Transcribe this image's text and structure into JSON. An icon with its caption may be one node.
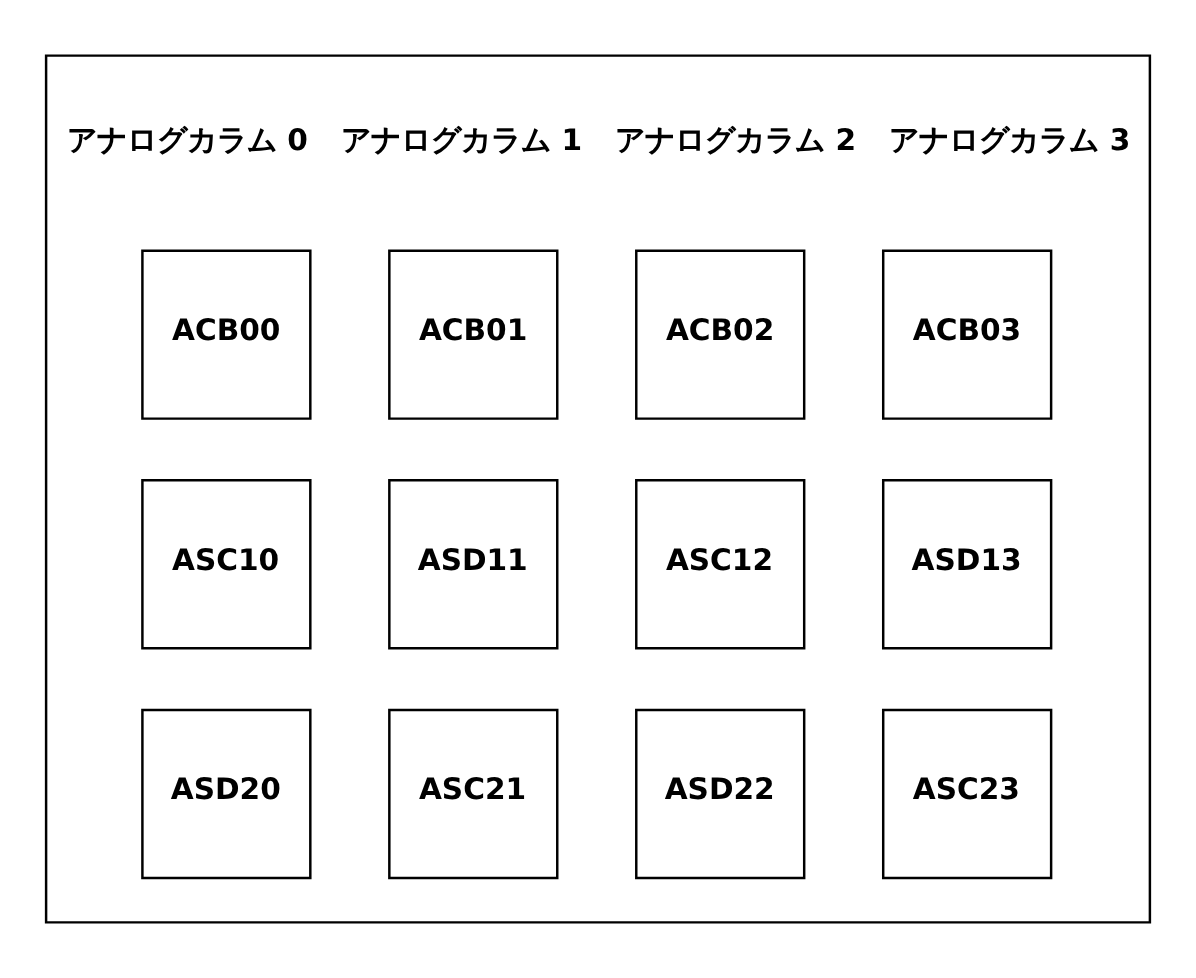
{
  "diagram": {
    "nodes": [
      {
        "text": [],
        "shape": "box"
      },
      {
        "text": [
          "ACB00"
        ],
        "in": 0
      },
      {
        "text": [
          "ACB01"
        ],
        "in": 0
      },
      {
        "text": [
          "ACB02"
        ],
        "in": 0
      },
      {
        "text": [
          "ACB03"
        ],
        "in": 0
      },
      {
        "text": [
          "ASC10"
        ],
        "in": 0
      },
      {
        "text": [
          "ASD11"
        ],
        "in": 0
      },
      {
        "text": [
          "ASC12"
        ],
        "in": 0
      },
      {
        "text": [
          "ASD13"
        ],
        "in": 0
      },
      {
        "text": [
          "ASD20"
        ],
        "in": 0
      },
      {
        "text": [
          "ASC21"
        ],
        "in": 0
      },
      {
        "text": [
          "ASD22"
        ],
        "in": 0
      },
      {
        "text": [
          "ASC23"
        ],
        "in": 0
      }
    ],
    "labels": [
      "アナログカラム 0",
      "アナログカラム 1",
      "アナログカラム 2",
      "アナログカラム 3"
    ]
  }
}
